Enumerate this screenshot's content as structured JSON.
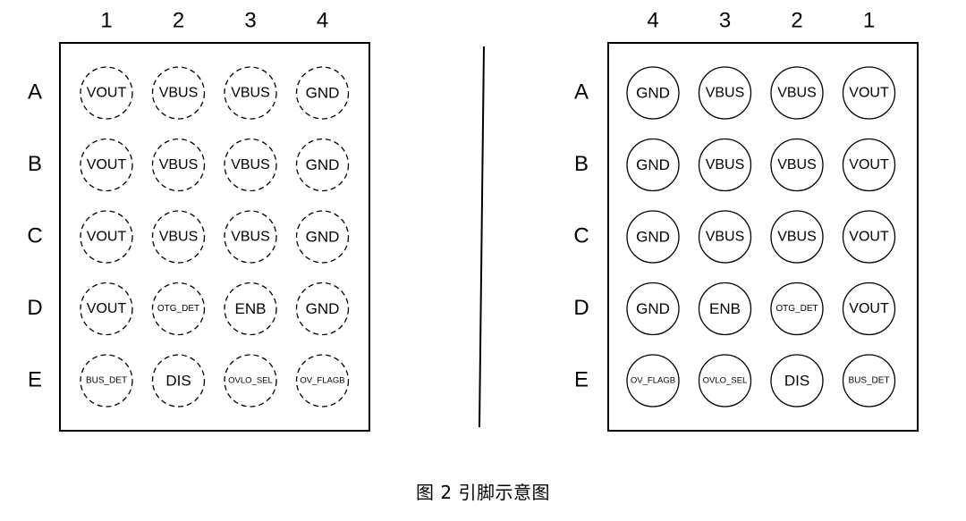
{
  "caption": "图 2 引脚示意图",
  "left_view": {
    "columns": [
      "1",
      "2",
      "3",
      "4"
    ],
    "rows": [
      "A",
      "B",
      "C",
      "D",
      "E"
    ],
    "style": "dashed",
    "pins": [
      [
        "VOUT",
        "VBUS",
        "VBUS",
        "GND"
      ],
      [
        "VOUT",
        "VBUS",
        "VBUS",
        "GND"
      ],
      [
        "VOUT",
        "VBUS",
        "VBUS",
        "GND"
      ],
      [
        "VOUT",
        "OTG_DET",
        "ENB",
        "GND"
      ],
      [
        "BUS_DET",
        "DIS",
        "OVLO_SEL",
        "OV_FLAGB"
      ]
    ]
  },
  "right_view": {
    "columns": [
      "4",
      "3",
      "2",
      "1"
    ],
    "rows": [
      "A",
      "B",
      "C",
      "D",
      "E"
    ],
    "style": "solid",
    "pins": [
      [
        "GND",
        "VBUS",
        "VBUS",
        "VOUT"
      ],
      [
        "GND",
        "VBUS",
        "VBUS",
        "VOUT"
      ],
      [
        "GND",
        "VBUS",
        "VBUS",
        "VOUT"
      ],
      [
        "GND",
        "ENB",
        "OTG_DET",
        "VOUT"
      ],
      [
        "OV_FLAGB",
        "OVLO_SEL",
        "DIS",
        "BUS_DET"
      ]
    ]
  }
}
